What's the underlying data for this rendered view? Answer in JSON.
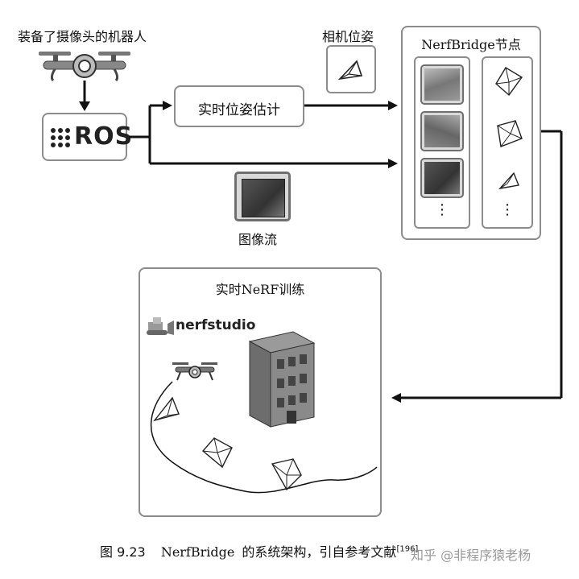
{
  "diagram": {
    "drone_label": "装备了摄像头的机器人",
    "ros_label": "ROS",
    "pose_estimation_label": "实时位姿估计",
    "camera_pose_label": "相机位姿",
    "image_stream_label": "图像流",
    "nerfbridge_node_label": "NerfBridge节点",
    "realtime_training_label": "实时NeRF训练",
    "nerfstudio_label": "nerfstudio",
    "ellipsis": "⋮"
  },
  "caption": {
    "prefix": "图 9.23",
    "name": "NerfBridge",
    "text": "的系统架构，引自参考文献",
    "ref": "[196]"
  },
  "watermark": "知乎 @非程序猿老杨",
  "colors": {
    "border": "#8c8c8c",
    "arrow": "#111111",
    "panel": "#d9d9d9"
  }
}
